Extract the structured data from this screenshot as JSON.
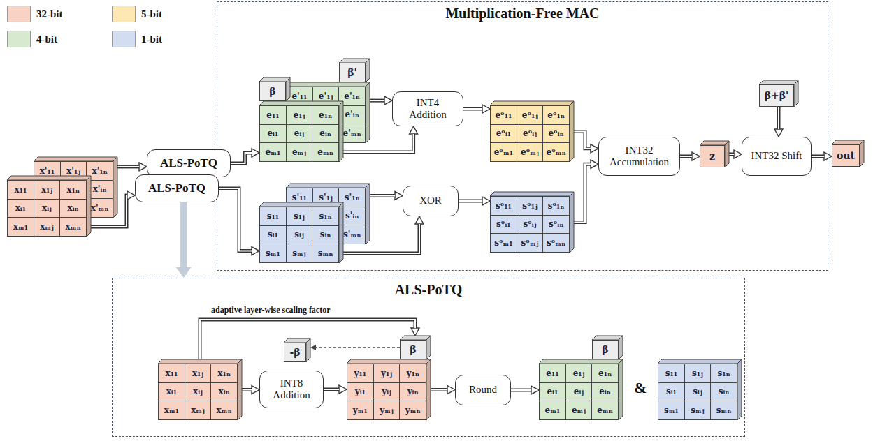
{
  "diagram": {
    "nodes": [
      {
        "text": [
          "Multiplication-Free MAC"
        ]
      },
      {
        "text": [
          "x'₁₁",
          "x'₁ⱼ",
          "x'₁ₙ",
          "x'ᵢₙ",
          "x'ₘₙ"
        ]
      },
      {
        "text": [
          "x₁₁",
          "x₁ⱼ",
          "x₁ₙ",
          "xᵢ₁",
          "xᵢⱼ",
          "xᵢₙ",
          "xₘ₁",
          "xₘⱼ",
          "xₘₙ"
        ]
      },
      {
        "text": [
          "ALS-PoTQ"
        ]
      },
      {
        "text": [
          "ALS-PoTQ"
        ]
      },
      {
        "text": [
          "β'"
        ],
        "in": 0
      },
      {
        "text": [
          "e'₁₁",
          "e'₁ⱼ",
          "e'₁ₙ",
          "e'ᵢₙ",
          "e'ₘₙ"
        ],
        "in": 0
      },
      {
        "text": [
          "β"
        ],
        "in": 0
      },
      {
        "text": [
          "e₁₁",
          "e₁ⱼ",
          "e₁ₙ",
          "eᵢ₁",
          "eᵢⱼ",
          "eᵢₙ",
          "eₘ₁",
          "eₘⱼ",
          "eₘₙ"
        ],
        "in": 0
      },
      {
        "text": [
          "s'₁₁",
          "s'₁ⱼ",
          "s'₁ₙ",
          "s'ᵢₙ",
          "s'ₘₙ"
        ],
        "in": 0
      },
      {
        "text": [
          "s₁₁",
          "s₁ⱼ",
          "s₁ₙ",
          "sᵢ₁",
          "sᵢⱼ",
          "sᵢₙ",
          "sₘ₁",
          "sₘⱼ",
          "sₘₙ"
        ],
        "in": 0
      },
      {
        "text": [
          "INT4 Addition"
        ],
        "in": 0
      },
      {
        "text": [
          "XOR"
        ],
        "in": 0
      },
      {
        "text": [
          "eᵒ₁₁",
          "eᵒ₁ⱼ",
          "eᵒ₁ₙ",
          "eᵒᵢ₁",
          "eᵒᵢⱼ",
          "eᵒᵢₙ",
          "eᵒₘ₁",
          "eᵒₘⱼ",
          "eᵒₘₙ"
        ],
        "in": 0
      },
      {
        "text": [
          "sᵒ₁₁",
          "sᵒ₁ⱼ",
          "sᵒ₁ₙ",
          "sᵒᵢ₁",
          "sᵒᵢⱼ",
          "sᵒᵢₙ",
          "sᵒₘ₁",
          "sᵒₘⱼ",
          "sᵒₘₙ"
        ],
        "in": 0
      },
      {
        "text": [
          "INT32 Accumulation"
        ],
        "in": 0
      },
      {
        "text": [
          "z"
        ],
        "in": 0
      },
      {
        "text": [
          "β+β'"
        ],
        "in": 0
      },
      {
        "text": [
          "INT32 Shift"
        ],
        "in": 0
      },
      {
        "text": [
          "out"
        ]
      },
      {
        "text": [
          "ALS-PoTQ"
        ]
      },
      {
        "text": [
          "x₁₁",
          "x₁ⱼ",
          "x₁ₙ",
          "xᵢ₁",
          "xᵢⱼ",
          "xᵢₙ",
          "xₘ₁",
          "xₘⱼ",
          "xₘₙ"
        ],
        "in": 20
      },
      {
        "text": [
          "-β"
        ],
        "in": 20
      },
      {
        "text": [
          "INT8 Addition"
        ],
        "in": 20
      },
      {
        "text": [
          "β"
        ],
        "in": 20
      },
      {
        "text": [
          "y₁₁",
          "y₁ⱼ",
          "y₁ₙ",
          "yᵢ₁",
          "yᵢⱼ",
          "yᵢₙ",
          "yₘ₁",
          "yₘⱼ",
          "yₘₙ"
        ],
        "in": 20
      },
      {
        "text": [
          "Round"
        ],
        "in": 20
      },
      {
        "text": [
          "β"
        ],
        "in": 20
      },
      {
        "text": [
          "e₁₁",
          "e₁ⱼ",
          "e₁ₙ",
          "eᵢ₁",
          "eᵢⱼ",
          "eᵢₙ",
          "eₘ₁",
          "eₘⱼ",
          "eₘₙ"
        ],
        "in": 20
      },
      {
        "text": [
          "s₁₁",
          "s₁ⱼ",
          "s₁ₙ",
          "sᵢ₁",
          "sᵢⱼ",
          "sᵢₙ",
          "sₘ₁",
          "sₘⱼ",
          "sₘₙ"
        ],
        "in": 20
      }
    ],
    "edges": [
      {
        "from": 1,
        "to": 3,
        "arrow": "to"
      },
      {
        "from": 2,
        "to": 4,
        "arrow": "to"
      },
      {
        "from": 3,
        "to": 8,
        "arrow": "to"
      },
      {
        "from": 4,
        "to": 10,
        "arrow": "to"
      },
      {
        "from": 4,
        "to": 20,
        "arrow": "to"
      },
      {
        "from": 6,
        "to": 11,
        "arrow": "to"
      },
      {
        "from": 8,
        "to": 11,
        "arrow": "to"
      },
      {
        "from": 11,
        "to": 13,
        "arrow": "to"
      },
      {
        "from": 9,
        "to": 12,
        "arrow": "to"
      },
      {
        "from": 10,
        "to": 12,
        "arrow": "to"
      },
      {
        "from": 12,
        "to": 14,
        "arrow": "to"
      },
      {
        "from": 13,
        "to": 15,
        "arrow": "to"
      },
      {
        "from": 14,
        "to": 15,
        "arrow": "to"
      },
      {
        "from": 15,
        "to": 16,
        "arrow": "to"
      },
      {
        "from": 16,
        "to": 18,
        "arrow": "to"
      },
      {
        "from": 17,
        "to": 18,
        "arrow": "to"
      },
      {
        "from": 18,
        "to": 19,
        "arrow": "to"
      },
      {
        "from": 21,
        "to": 23,
        "arrow": "to"
      },
      {
        "from": 23,
        "to": 25,
        "arrow": "to"
      },
      {
        "from": 25,
        "to": 26,
        "arrow": "to"
      },
      {
        "from": 26,
        "to": 28,
        "arrow": "to"
      },
      {
        "from": 21,
        "to": 24,
        "arrow": "to"
      },
      {
        "from": 24,
        "to": 22,
        "arrow": "to"
      }
    ],
    "labels": [
      "adaptive layer-wise scaling factor",
      "&"
    ],
    "legend": [
      {
        "text": "32-bit",
        "color": "#f8d3c3"
      },
      {
        "text": "5-bit",
        "color": "#fde7b3"
      },
      {
        "text": "4-bit",
        "color": "#d7e9cf"
      },
      {
        "text": "1-bit",
        "color": "#d3ddf1"
      }
    ]
  }
}
